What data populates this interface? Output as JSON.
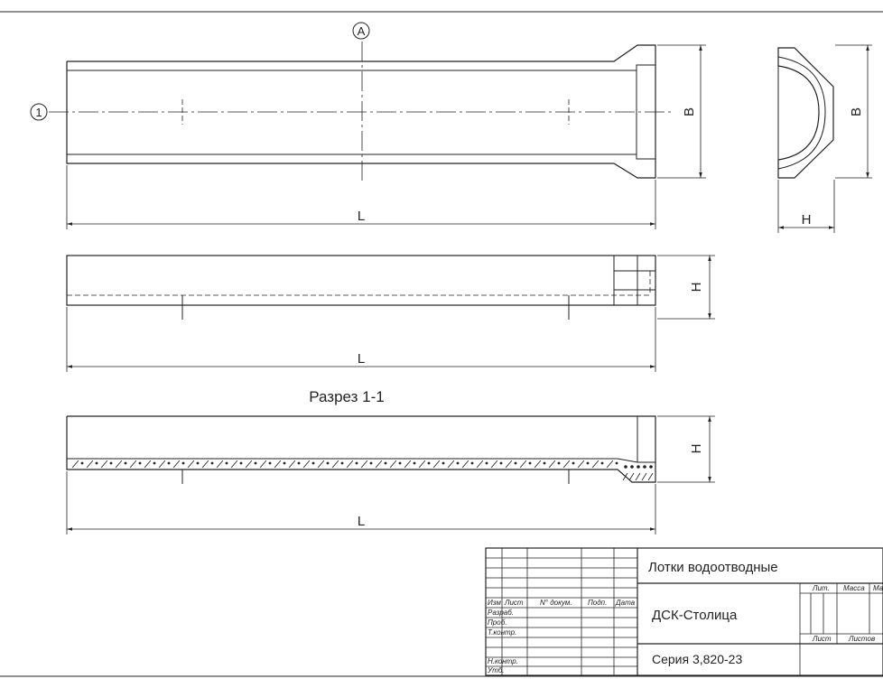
{
  "drawing": {
    "section_title": "Разрез 1-1",
    "axis_a_label": "A",
    "axis_1_label": "1",
    "dimensions": {
      "length": "L",
      "width": "B",
      "height": "H"
    }
  },
  "title_block": {
    "product_title": "Лотки водоотводные",
    "company": "ДСК-Столица",
    "series": "Серия 3,820-23",
    "headers": {
      "izm": "Изм",
      "list": "Лист",
      "doc_no": "N° докум.",
      "signature": "Подп.",
      "date": "Дата"
    },
    "roles": [
      "Разраб.",
      "Проб.",
      "Т.контр.",
      "Н.контр.",
      "Утб."
    ],
    "meta_headers": {
      "lit": "Лит.",
      "mass": "Масса",
      "scale": "Ма",
      "sheet": "Лист",
      "sheets": "Листов"
    }
  }
}
